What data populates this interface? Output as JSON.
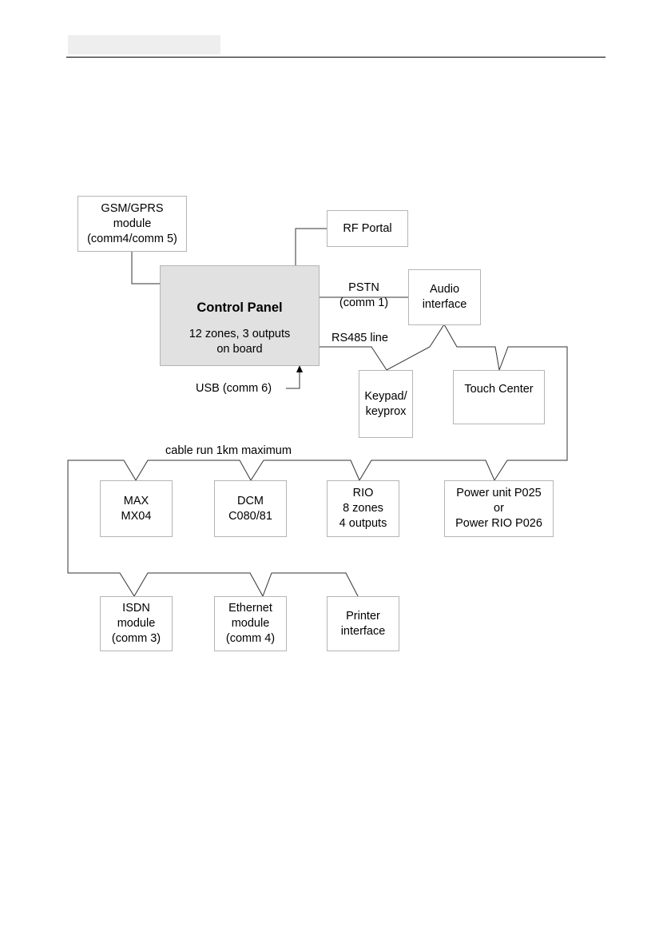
{
  "nodes": {
    "gsm": {
      "lines": [
        "GSM/GPRS",
        "module",
        "(comm4/comm 5)"
      ]
    },
    "rf_portal": {
      "lines": [
        "RF Portal"
      ]
    },
    "control_panel": {
      "title": "Control Panel",
      "sub": [
        "12 zones, 3 outputs",
        "on board"
      ]
    },
    "audio": {
      "lines": [
        "Audio",
        "interface"
      ]
    },
    "keypad": {
      "lines": [
        "Keypad/",
        "keyprox"
      ]
    },
    "touch_center": {
      "lines": [
        "Touch Center"
      ]
    },
    "max": {
      "lines": [
        "MAX",
        "MX04"
      ]
    },
    "dcm": {
      "lines": [
        "DCM",
        "C080/81"
      ]
    },
    "rio": {
      "lines": [
        "RIO",
        "8 zones",
        "4 outputs"
      ]
    },
    "power": {
      "lines": [
        "Power unit P025",
        "or",
        "Power RIO P026"
      ]
    },
    "isdn": {
      "lines": [
        "ISDN",
        "module",
        "(comm 3)"
      ]
    },
    "ethernet": {
      "lines": [
        "Ethernet",
        "module",
        "(comm 4)"
      ]
    },
    "printer": {
      "lines": [
        "Printer",
        "interface"
      ]
    }
  },
  "labels": {
    "pstn": [
      "PSTN",
      "(comm 1)"
    ],
    "rs485": "RS485 line",
    "usb": "USB (comm 6)",
    "cable_run": "cable run 1km maximum"
  },
  "colors": {
    "panel_fill": "#e1e1e1",
    "box_border": "#b5b5b5",
    "wire": "#333333"
  }
}
